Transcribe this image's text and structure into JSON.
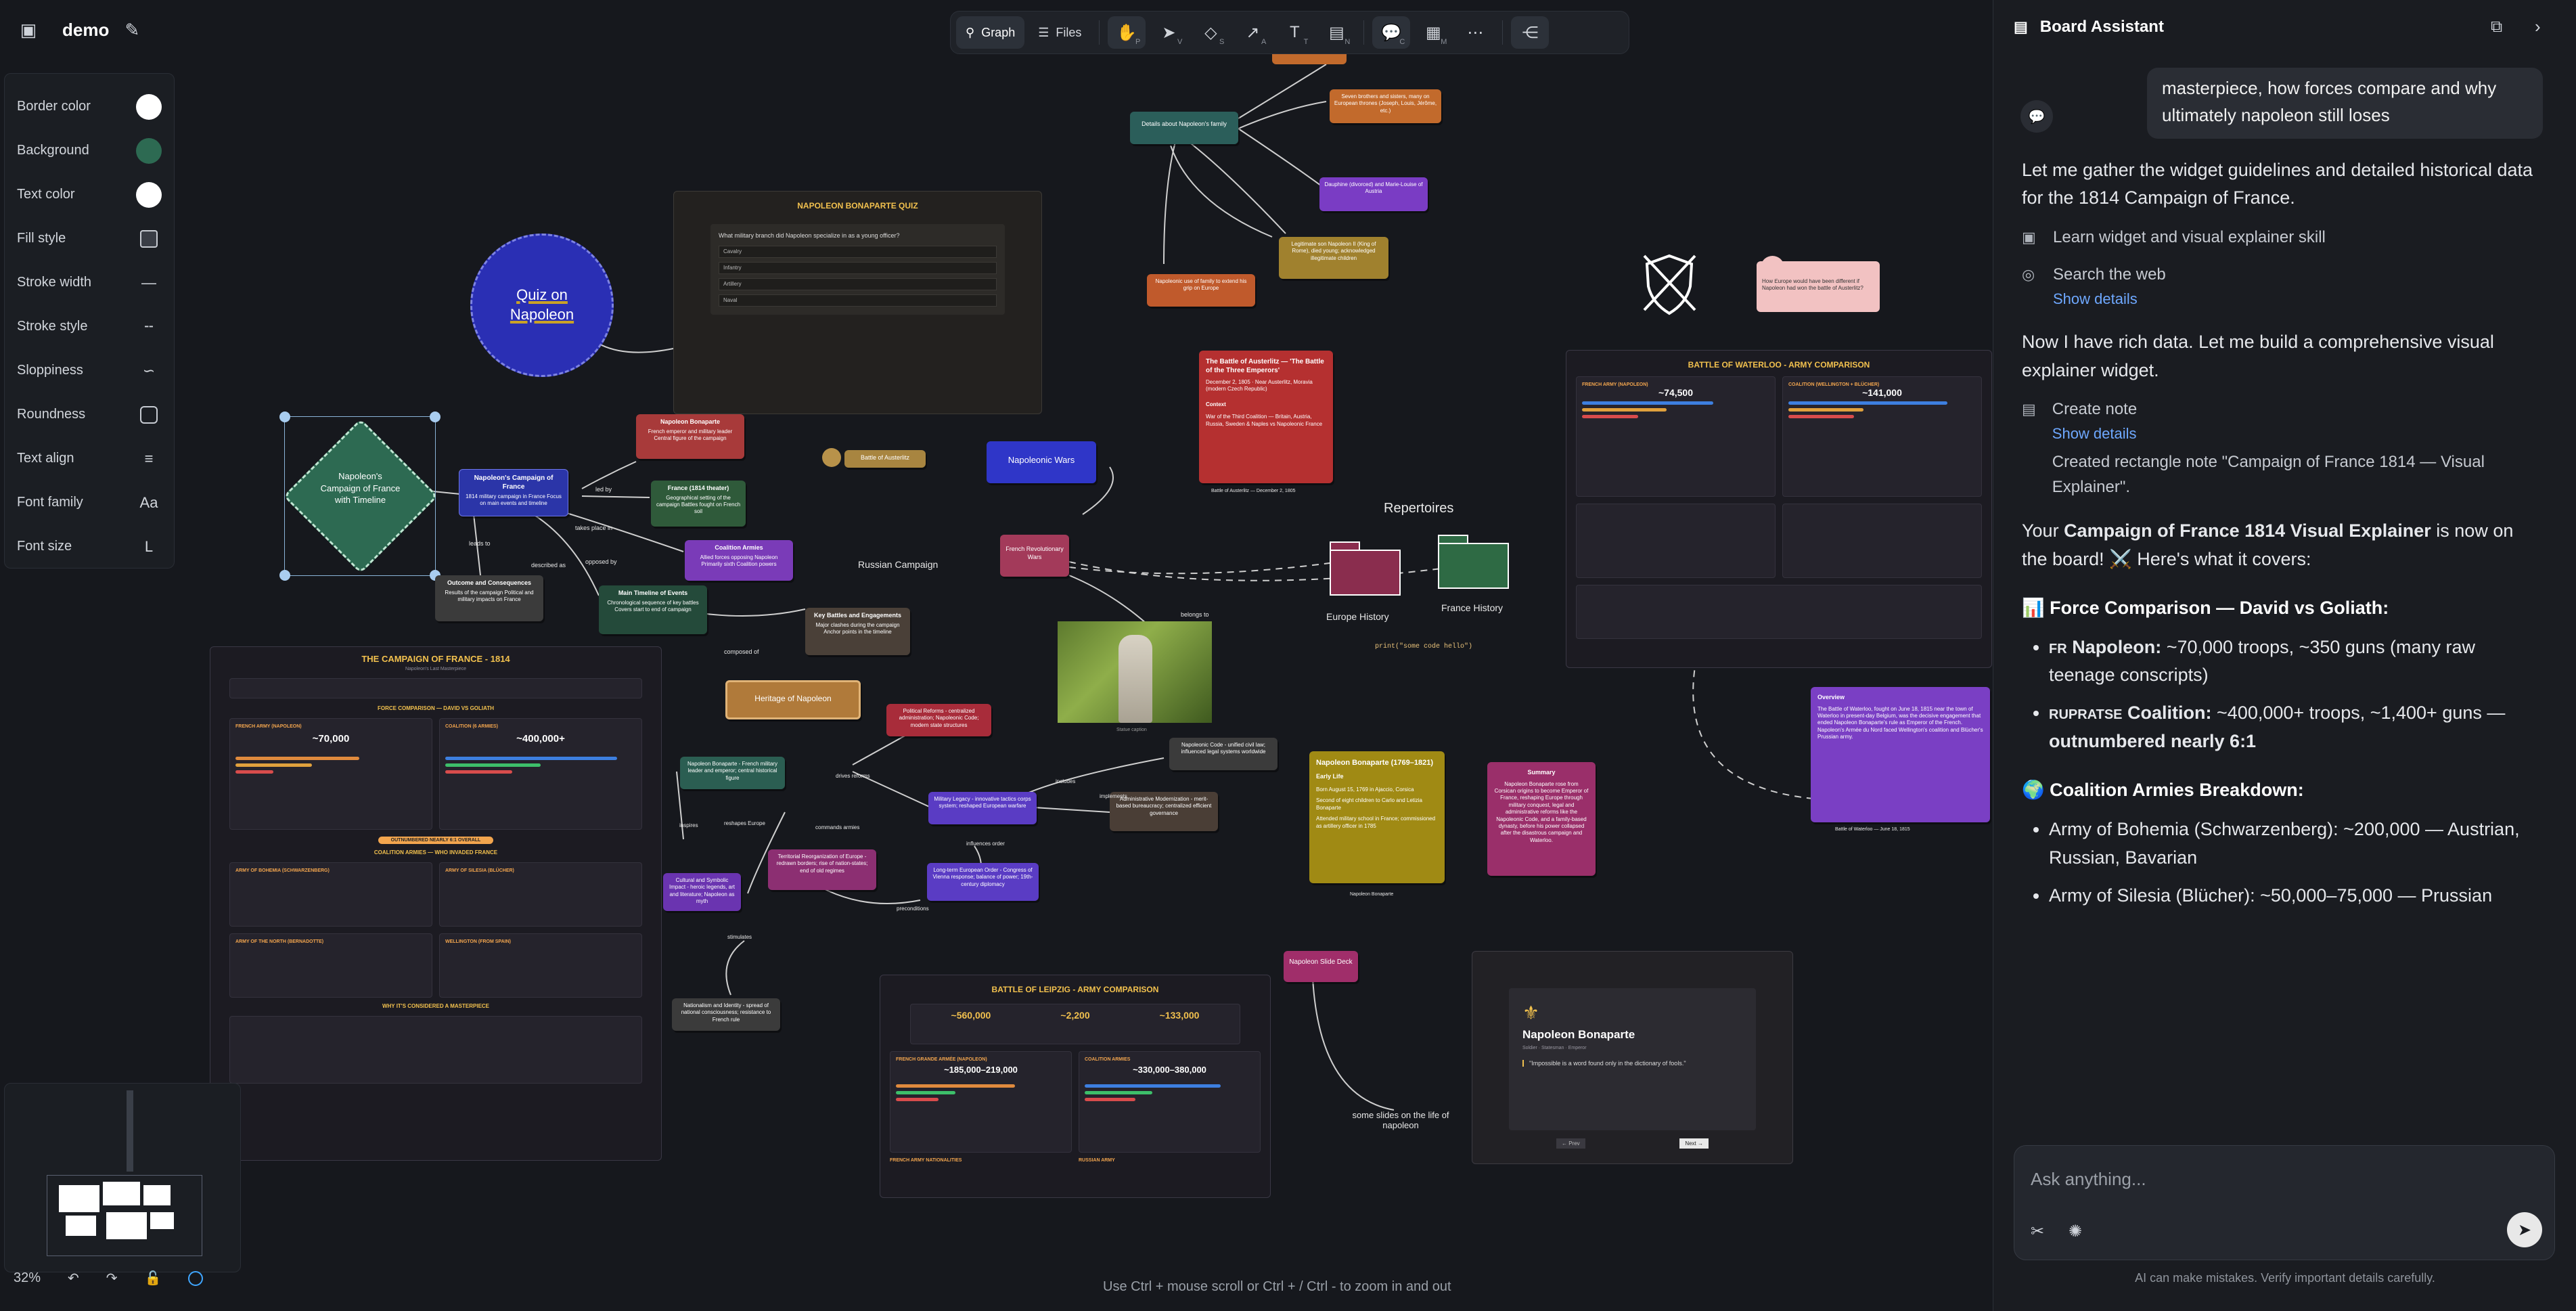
{
  "app": {
    "doc_name": "demo"
  },
  "toolbar": {
    "graph_label": "Graph",
    "files_label": "Files",
    "tools": [
      {
        "icon": "hand-icon",
        "key": "P"
      },
      {
        "icon": "select-icon",
        "key": "V"
      },
      {
        "icon": "shapes-icon",
        "key": "S"
      },
      {
        "icon": "connector-icon",
        "key": "A"
      },
      {
        "icon": "text-icon",
        "key": "T"
      },
      {
        "icon": "note-icon",
        "key": "N"
      },
      {
        "icon": "comment-icon",
        "key": "C"
      },
      {
        "icon": "media-icon",
        "key": "M"
      },
      {
        "icon": "more-icon",
        "key": ""
      },
      {
        "icon": "share-icon",
        "key": ""
      }
    ]
  },
  "properties": {
    "border_color": "Border color",
    "background": "Background",
    "text_color": "Text color",
    "fill_style": "Fill style",
    "stroke_width": "Stroke width",
    "stroke_style": "Stroke style",
    "sloppiness": "Sloppiness",
    "roundness": "Roundness",
    "text_align": "Text align",
    "font_family": "Font family",
    "font_family_value": "Aa",
    "font_size": "Font size",
    "font_size_value": "L",
    "colors": {
      "border": "#ffffff",
      "background": "#2d6a52",
      "text": "#ffffff"
    }
  },
  "bottom": {
    "zoom": "32%",
    "hint": "Use Ctrl + mouse scroll or Ctrl + / Ctrl - to zoom in and out"
  },
  "canvas": {
    "quiz_circle": "Quiz on Napoleon",
    "diamond": "Napoleon's Campaign of France with Timeline",
    "campaign_node": "Napoleon's Campaign of France",
    "campaign_node_desc": "1814 military campaign in France Focus on main events and timeline",
    "napoleon_node": "Napoleon Bonaparte",
    "napoleon_node_desc": "French emperor and military leader Central figure of the campaign",
    "theater_node": "France (1814 theater)",
    "theater_node_desc": "Geographical setting of the campaign Battles fought on French soil",
    "coalition_node": "Coalition Armies",
    "coalition_node_desc": "Allied forces opposing Napoleon Primarily sixth Coalition powers",
    "outcome_node": "Outcome and Consequences",
    "outcome_node_desc": "Results of the campaign Political and military impacts on France",
    "timeline_node": "Main Timeline of Events",
    "timeline_node_desc": "Chronological sequence of key battles Covers start to end of campaign",
    "key_battles": "Key Battles and Engagements",
    "key_battles_desc": "Major clashes during the campaign Anchor points in the timeline",
    "edge_led_by": "led by",
    "edge_takes_place": "takes place in",
    "edge_opposed_by": "opposed by",
    "edge_leads_to": "leads to",
    "edge_described_as": "described as",
    "edge_composed_of": "composed of",
    "quiz_widget_title": "NAPOLEON BONAPARTE QUIZ",
    "quiz_question": "What military branch did Napoleon specialize in as a young officer?",
    "quiz_options": [
      "Cavalry",
      "Infantry",
      "Artillery",
      "Naval"
    ],
    "battle_austerlitz_chip": "Battle of Austerlitz",
    "napoleonic_wars": "Napoleonic Wars",
    "russian_campaign": "Russian Campaign",
    "french_rev_wars": "French Revolutionary Wars",
    "heritage": "Heritage of Napoleon",
    "repertoires": "Repertoires",
    "europe_history": "Europe History",
    "france_history": "France History",
    "belongs_to": "belongs to",
    "code_snippet": "print(\"some code hello\")",
    "family_node": "Details about Napoleon's family",
    "family_child1": "Seven brothers and sisters, many on European thrones (Joseph, Louis, Jérôme, etc.)",
    "family_child2": "Dauphine (divorced) and Marie-Louise of Austria",
    "family_child3": "Legitimate son Napoleon II (King of Rome), died young; acknowledged illegitimate children",
    "family_child4": "Napoleonic use of family to extend his grip on Europe",
    "austerlitz_card_title": "The Battle of Austerlitz — 'The Battle of the Three Emperors'",
    "austerlitz_card_date": "December 2, 1805 · Near Austerlitz, Moravia (modern Czech Republic)",
    "austerlitz_context": "Context",
    "austerlitz_card_text": "War of the Third Coalition — Britain, Austria, Russia, Sweden & Naples vs Napoleonic France",
    "austerlitz_caption": "Battle of Austerlitz — December 2, 1805",
    "pink_note": "How Europe would have been different if Napoleon had won the battle of Austerlitz?",
    "waterloo_title": "BATTLE OF WATERLOO - ARMY COMPARISON",
    "waterloo_french": "FRENCH ARMY (NAPOLEON)",
    "waterloo_french_total": "~74,500",
    "waterloo_coalition": "COALITION (WELLINGTON + BLÜCHER)",
    "waterloo_coalition_total": "~141,000",
    "waterloo_overview_title": "Overview",
    "waterloo_overview": "The Battle of Waterloo, fought on June 18, 1815 near the town of Waterloo in present-day Belgium, was the decisive engagement that ended Napoleon Bonaparte's rule as Emperor of the French. Napoleon's Armée du Nord faced Wellington's coalition and Blücher's Prussian army.",
    "waterloo_caption": "Battle of Waterloo — June 18, 1815",
    "napoleon_bio_title": "Napoleon Bonaparte (1769–1821)",
    "napoleon_bio_sub": "Early Life",
    "napoleon_bio_points": [
      "Born August 15, 1769 in Ajaccio, Corsica",
      "Second of eight children to Carlo and Letizia Bonaparte",
      "Attended military school in France; commissioned as artillery officer in 1785"
    ],
    "napoleon_bio_caption": "Napoleon Bonaparte",
    "summary_title": "Summary",
    "summary_text": "Napoleon Bonaparte rose from Corsican origins to become Emperor of France, reshaping Europe through military conquest, legal and administrative reforms like the Napoleonic Code, and a family-based dynasty, before his power collapsed after the disastrous campaign and Waterloo.",
    "slide_deck_chip": "Napoleon Slide Deck",
    "slides_label": "some slides on the life of napoleon",
    "slide_title": "Napoleon Bonaparte",
    "slide_sub": "Soldier · Statesman · Emperor",
    "slide_quote": "\"Impossible is a word found only in the dictionary of fools.\"",
    "slide_prev": "← Prev",
    "slide_next": "Next →",
    "statue_caption": "Statue caption",
    "leipzig_title": "BATTLE OF LEIPZIG - ARMY COMPARISON",
    "leipzig_stats": [
      "~560,000",
      "~2,200",
      "~133,000"
    ],
    "leipzig_french": "FRENCH GRANDE ARMÉE (NAPOLEON)",
    "leipzig_french_total": "~185,000–219,000",
    "leipzig_coalition": "COALITION ARMIES",
    "leipzig_coalition_total": "~330,000–380,000",
    "leipzig_nationalities": "FRENCH ARMY NATIONALITIES",
    "leipzig_russian": "RUSSIAN ARMY",
    "france_widget_title": "THE CAMPAIGN OF FRANCE - 1814",
    "france_widget_sub": "Napoleon's Last Masterpiece",
    "force_compare": "FORCE COMPARISON — DAVID VS GOLIATH",
    "french_army": "FRENCH ARMY (NAPOLEON)",
    "french_total": "~70,000",
    "coalition_forces": "COALITION (6 ARMIES)",
    "coalition_total": "~400,000+",
    "outnumbered_badge": "OUTNUMBERED NEARLY 6:1 OVERALL",
    "coalition_armies_head": "COALITION ARMIES — WHO INVADED FRANCE",
    "army_bohemia": "ARMY OF BOHEMIA (SCHWARZENBERG)",
    "army_silesia": "ARMY OF SILESIA (BLÜCHER)",
    "army_north": "ARMY OF THE NORTH (BERNADOTTE)",
    "wellington_spain": "WELLINGTON (FROM SPAIN)",
    "masterpiece_head": "WHY IT'S CONSIDERED A MASTERPIECE",
    "legacy_nodes": {
      "napoleon_center": "Napoleon Bonaparte - French military leader and emperor; central historical figure",
      "political_reforms": "Political Reforms - centralized administration; Napoleonic Code; modern state structures",
      "military_legacy": "Military Legacy - innovative tactics corps system; reshaped European warfare",
      "napoleonic_code": "Napoleonic Code - unified civil law; influenced legal systems worldwide",
      "admin_modernization": "Administrative Modernization - merit-based bureaucracy; centralized efficient governance",
      "territorial": "Territorial Reorganization of Europe - redrawn borders; rise of nation-states; end of old regimes",
      "symbolic": "Cultural and Symbolic Impact - heroic legends, art and literature; Napoleon as myth",
      "long_term": "Long-term European Order - Congress of Vienna response; balance of power; 19th-century diplomacy",
      "nationalism": "Nationalism and Identity - spread of national consciousness; resistance to French rule",
      "edge_drives_reforms": "drives reforms",
      "edge_includes": "includes",
      "edge_reshapes": "reshapes Europe",
      "edge_commands": "commands armies",
      "edge_influences": "influences order",
      "edge_inspires": "inspires",
      "edge_stimulates": "stimulates",
      "edge_precondition": "preconditions",
      "edge_implements": "implements"
    }
  },
  "assistant": {
    "title": "Board Assistant",
    "user_message": "masterpiece, how forces compare and why ultimately napoleon still loses",
    "msg1": "Let me gather the widget guidelines and detailed historical data for the 1814 Campaign of France.",
    "step1": "Learn widget and visual explainer skill",
    "step2": "Search the web",
    "step2_link": "Show details",
    "msg2": "Now I have rich data. Let me build a comprehensive visual explainer widget.",
    "step3": "Create note",
    "step3_link": "Show details",
    "step3_result": "Created rectangle note \"Campaign of France 1814 — Visual Explainer\".",
    "msg3_a": "Your ",
    "msg3_b": "Campaign of France 1814 Visual Explainer",
    "msg3_c": " is now on the board! ⚔️ Here's what it covers:",
    "section1": "📊 Force Comparison — David vs Goliath:",
    "bullet1_flag": "FR",
    "bullet1_name": "Napoleon:",
    "bullet1_text": " ~70,000 troops, ~350 guns (many raw teenage conscripts)",
    "bullet2_flag": "RUPRATSE",
    "bullet2_name": "Coalition:",
    "bullet2_text": " ~400,000+ troops, ~1,400+ guns — ",
    "bullet2_bold": "outnumbered nearly 6:1",
    "section2": "🌍 Coalition Armies Breakdown:",
    "bullet3": "Army of Bohemia (Schwarzenberg): ~200,000 — Austrian, Russian, Bavarian",
    "bullet4": "Army of Silesia (Blücher): ~50,000–75,000 — Prussian",
    "input_placeholder": "Ask anything...",
    "disclaimer": "AI can make mistakes. Verify important details carefully."
  }
}
